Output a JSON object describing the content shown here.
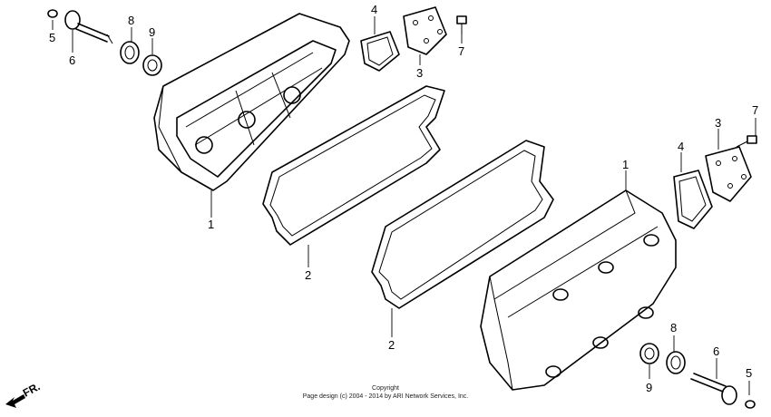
{
  "callouts": [
    "1",
    "2",
    "3",
    "4",
    "5",
    "6",
    "7",
    "8",
    "9"
  ],
  "direction": {
    "label": "FR."
  },
  "footer": {
    "line1": "Copyright",
    "line2": "Page design (c) 2004 - 2014 by ARI Network Services, Inc."
  }
}
